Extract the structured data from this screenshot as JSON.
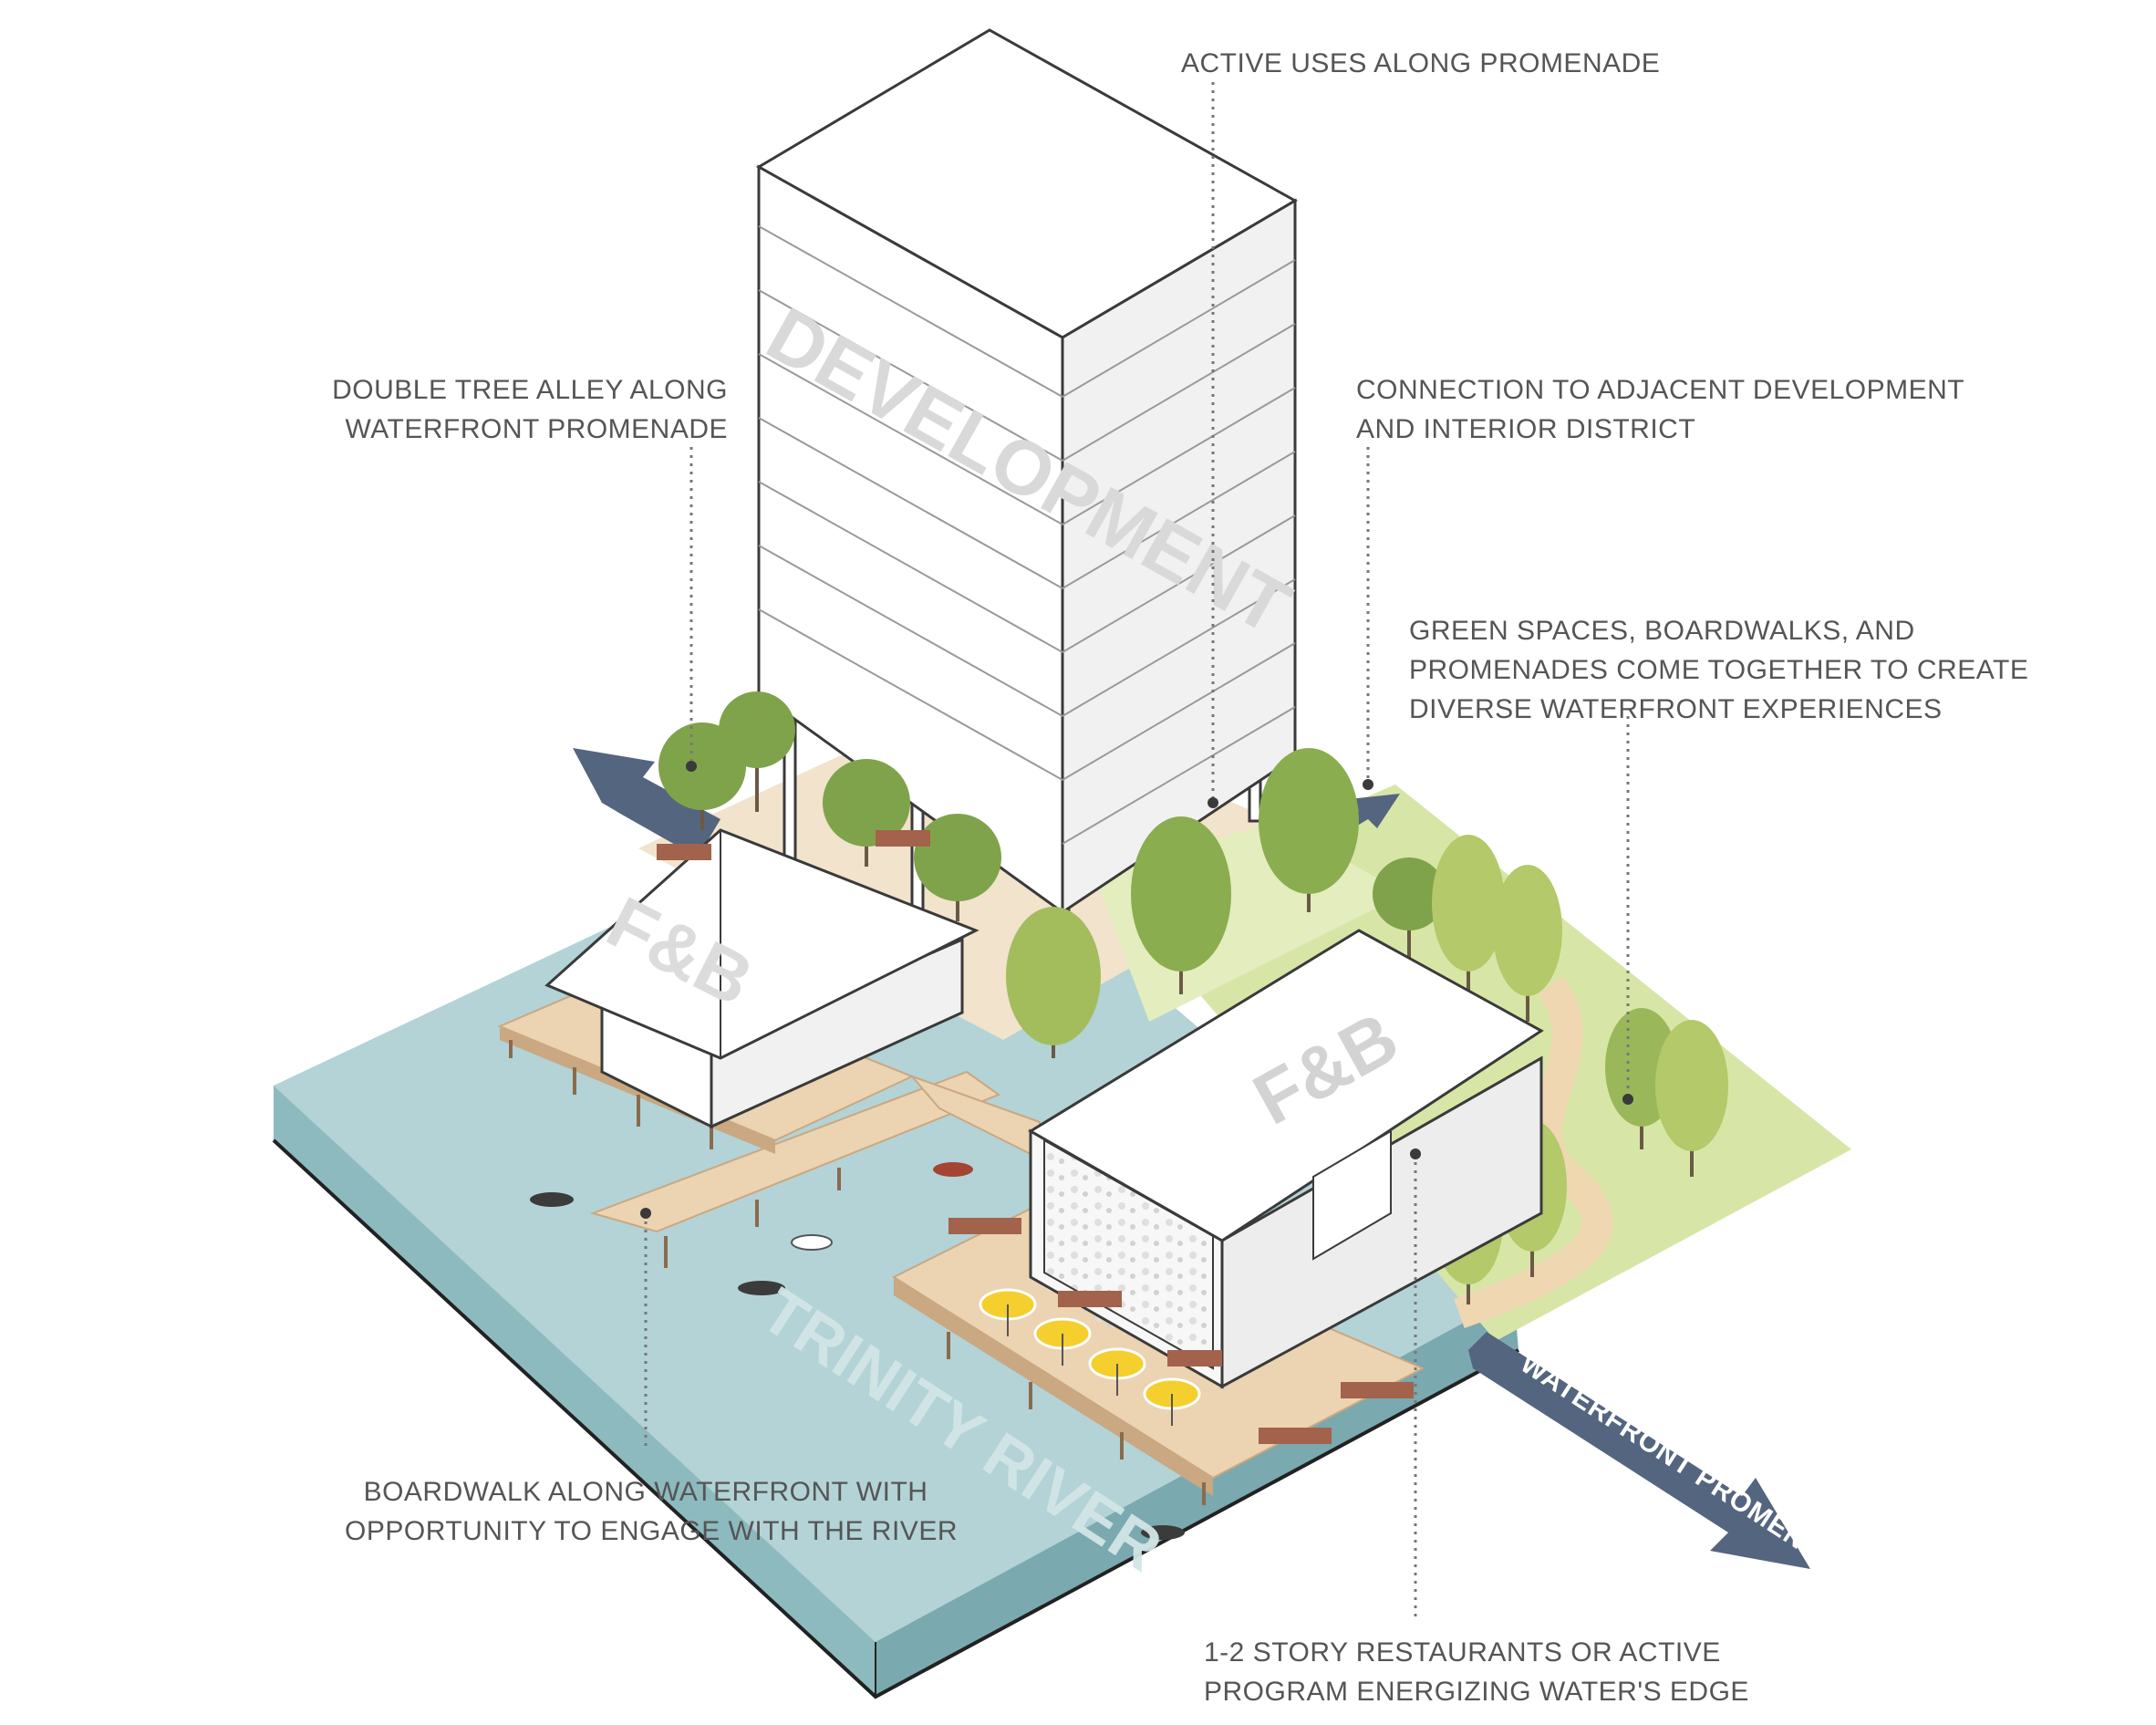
{
  "callouts": {
    "active_uses": {
      "lines": [
        "ACTIVE USES ALONG PROMENADE"
      ]
    },
    "double_tree": {
      "lines": [
        "DOUBLE TREE ALLEY ALONG",
        "WATERFRONT PROMENADE"
      ]
    },
    "connection": {
      "lines": [
        "CONNECTION TO ADJACENT DEVELOPMENT",
        "AND INTERIOR DISTRICT"
      ]
    },
    "green_spaces": {
      "lines": [
        "GREEN SPACES, BOARDWALKS, AND",
        "PROMENADES COME TOGETHER TO CREATE",
        "DIVERSE WATERFRONT EXPERIENCES"
      ]
    },
    "boardwalk": {
      "lines": [
        "BOARDWALK ALONG WATERFRONT WITH",
        "OPPORTUNITY TO ENGAGE WITH THE RIVER"
      ]
    },
    "restaurants": {
      "lines": [
        "1-2 STORY RESTAURANTS OR ACTIVE",
        "PROGRAM ENERGIZING  WATER'S EDGE"
      ]
    }
  },
  "building_labels": {
    "tower": "DEVELOPMENT",
    "fb_left": "F&B",
    "fb_right": "F&B"
  },
  "water_label": "TRINITY RIVER",
  "arrow_label": "WATERFRONT PROMENADE",
  "colors": {
    "water_top": "#b3d3d6",
    "water_side": "#8dbabf",
    "water_front": "#7aa9af",
    "lawn": "#d7e6a6",
    "deck": "#ecd3b1",
    "deck_edge": "#c9a882",
    "paving": "#f1e3cc",
    "tree_dark": "#7fa34a",
    "tree_light": "#b3c96a",
    "arrow": "#54657f",
    "building": "#ffffff",
    "building_side": "#f1f1f1",
    "outline": "#3a3a3a",
    "leader": "#777777",
    "umbrella": "#f4cf2e",
    "planter": "#a3624c",
    "text": "#555555"
  }
}
